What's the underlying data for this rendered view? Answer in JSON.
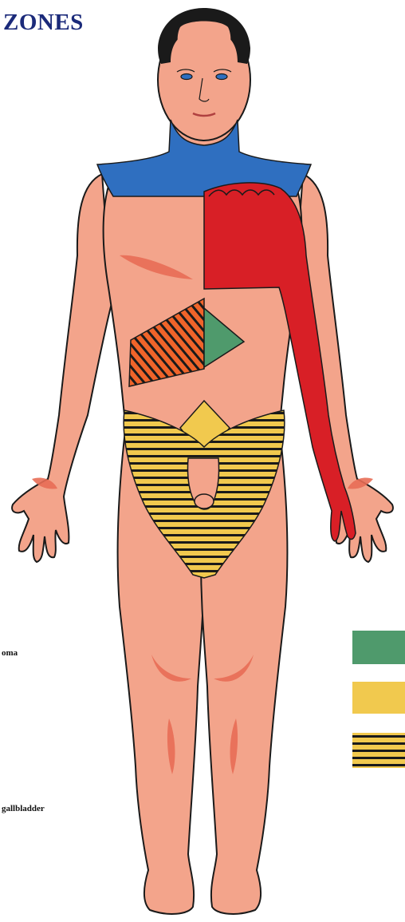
{
  "title": "ZONES",
  "legend": {
    "labels": [
      {
        "text": "oma"
      },
      {
        "text": "gallbladder"
      }
    ],
    "swatches": [
      {
        "color": "#4f9a6c",
        "pattern": "solid"
      },
      {
        "color": "#f1c94e",
        "pattern": "solid"
      },
      {
        "color": "#f1c94e",
        "pattern": "striped"
      }
    ]
  },
  "zones": [
    {
      "color": "#2f6fc0"
    },
    {
      "color": "#d81f26"
    },
    {
      "color": "#f0642a",
      "pattern": "striped"
    },
    {
      "color": "#4f9a6c"
    },
    {
      "color": "#f1c94e"
    },
    {
      "color": "#f1c94e",
      "pattern": "striped"
    }
  ],
  "colors": {
    "skin": "#f3a48b",
    "muscle_shade": "#e86d55",
    "outline": "#1a1a1a",
    "hair": "#1a1a1a"
  }
}
